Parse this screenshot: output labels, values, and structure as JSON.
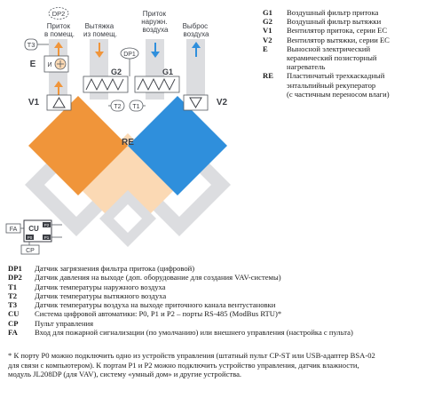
{
  "top_labels": {
    "dp2": "DP2",
    "intake_room": [
      "Приток",
      "в помещ."
    ],
    "exhaust_room": [
      "Вытяжка",
      "из помещ."
    ],
    "intake_outdoor": [
      "Приток",
      "наружн.",
      "воздуха"
    ],
    "exhaust_outdoor": [
      "Выброс",
      "воздуха"
    ]
  },
  "components": {
    "t3": "Т3",
    "e": "E",
    "e_switch": "И",
    "g1": "G1",
    "g2": "G2",
    "v1": "V1",
    "v2": "V2",
    "dp1": "DP1",
    "t1": "Т1",
    "t2": "Т2",
    "re": "RE",
    "fa": "FA",
    "cu": "CU",
    "p0": "P0",
    "p1": "P1",
    "p2": "P2",
    "cp": "CP"
  },
  "colors": {
    "orange": "#f0953a",
    "light_orange": "#fbd9b4",
    "blue": "#2f8fdc",
    "grey": "#dcdde0",
    "grey_line": "#555a60",
    "dark": "#3b3e44"
  },
  "legend_right": [
    {
      "key": "G1",
      "lines": [
        "Воздушный фильтр притока"
      ]
    },
    {
      "key": "G2",
      "lines": [
        "Воздушный фильтр вытяжки"
      ]
    },
    {
      "key": "V1",
      "lines": [
        "Вентилятор притока, серии ЕС"
      ]
    },
    {
      "key": "V2",
      "lines": [
        "Вентилятор вытяжки, серии ЕС"
      ]
    },
    {
      "key": "E",
      "lines": [
        "Выносной электрический",
        "керамический позисторный",
        "нагреватель"
      ]
    },
    {
      "key": "RE",
      "lines": [
        "Пластинчатый трехкаскадный",
        "энтальпийный рекуператор",
        "(с частичным переносом влаги)"
      ]
    }
  ],
  "legend_bottom": [
    {
      "key": "DP1",
      "text": "Датчик загрязнения фильтра притока (цифровой)"
    },
    {
      "key": "DP2",
      "text": "Датчик давления на выходе (доп. оборудование для создания VAV-системы)"
    },
    {
      "key": "T1",
      "text": "Датчик температуры наружного воздуха"
    },
    {
      "key": "T2",
      "text": "Датчик температуры вытяжного воздуха"
    },
    {
      "key": "T3",
      "text": "Датчик температуры воздуха на выходе приточного канала вентустановки"
    },
    {
      "key": "CU",
      "text": "Система цифровой автоматики: P0, P1 и P2 – порты RS-485 (ModBus RTU)*"
    },
    {
      "key": "CP",
      "text": "Пульт управления"
    },
    {
      "key": "FA",
      "text": "Вход для пожарной сигнализации (по умолчанию) или внешнего управления (настройка с пульта)"
    }
  ],
  "footnote": [
    "* К порту P0 можно подключить одно из устройств управления (штатный пульт CP-ST или USB-адаптер BSA-02",
    "для связи с компьютером). К портам P1 и P2 можно подключить устройство управления, датчик влажности,",
    "модуль JL208DP (для VAV), систему «умный дом» и другие устройства."
  ]
}
